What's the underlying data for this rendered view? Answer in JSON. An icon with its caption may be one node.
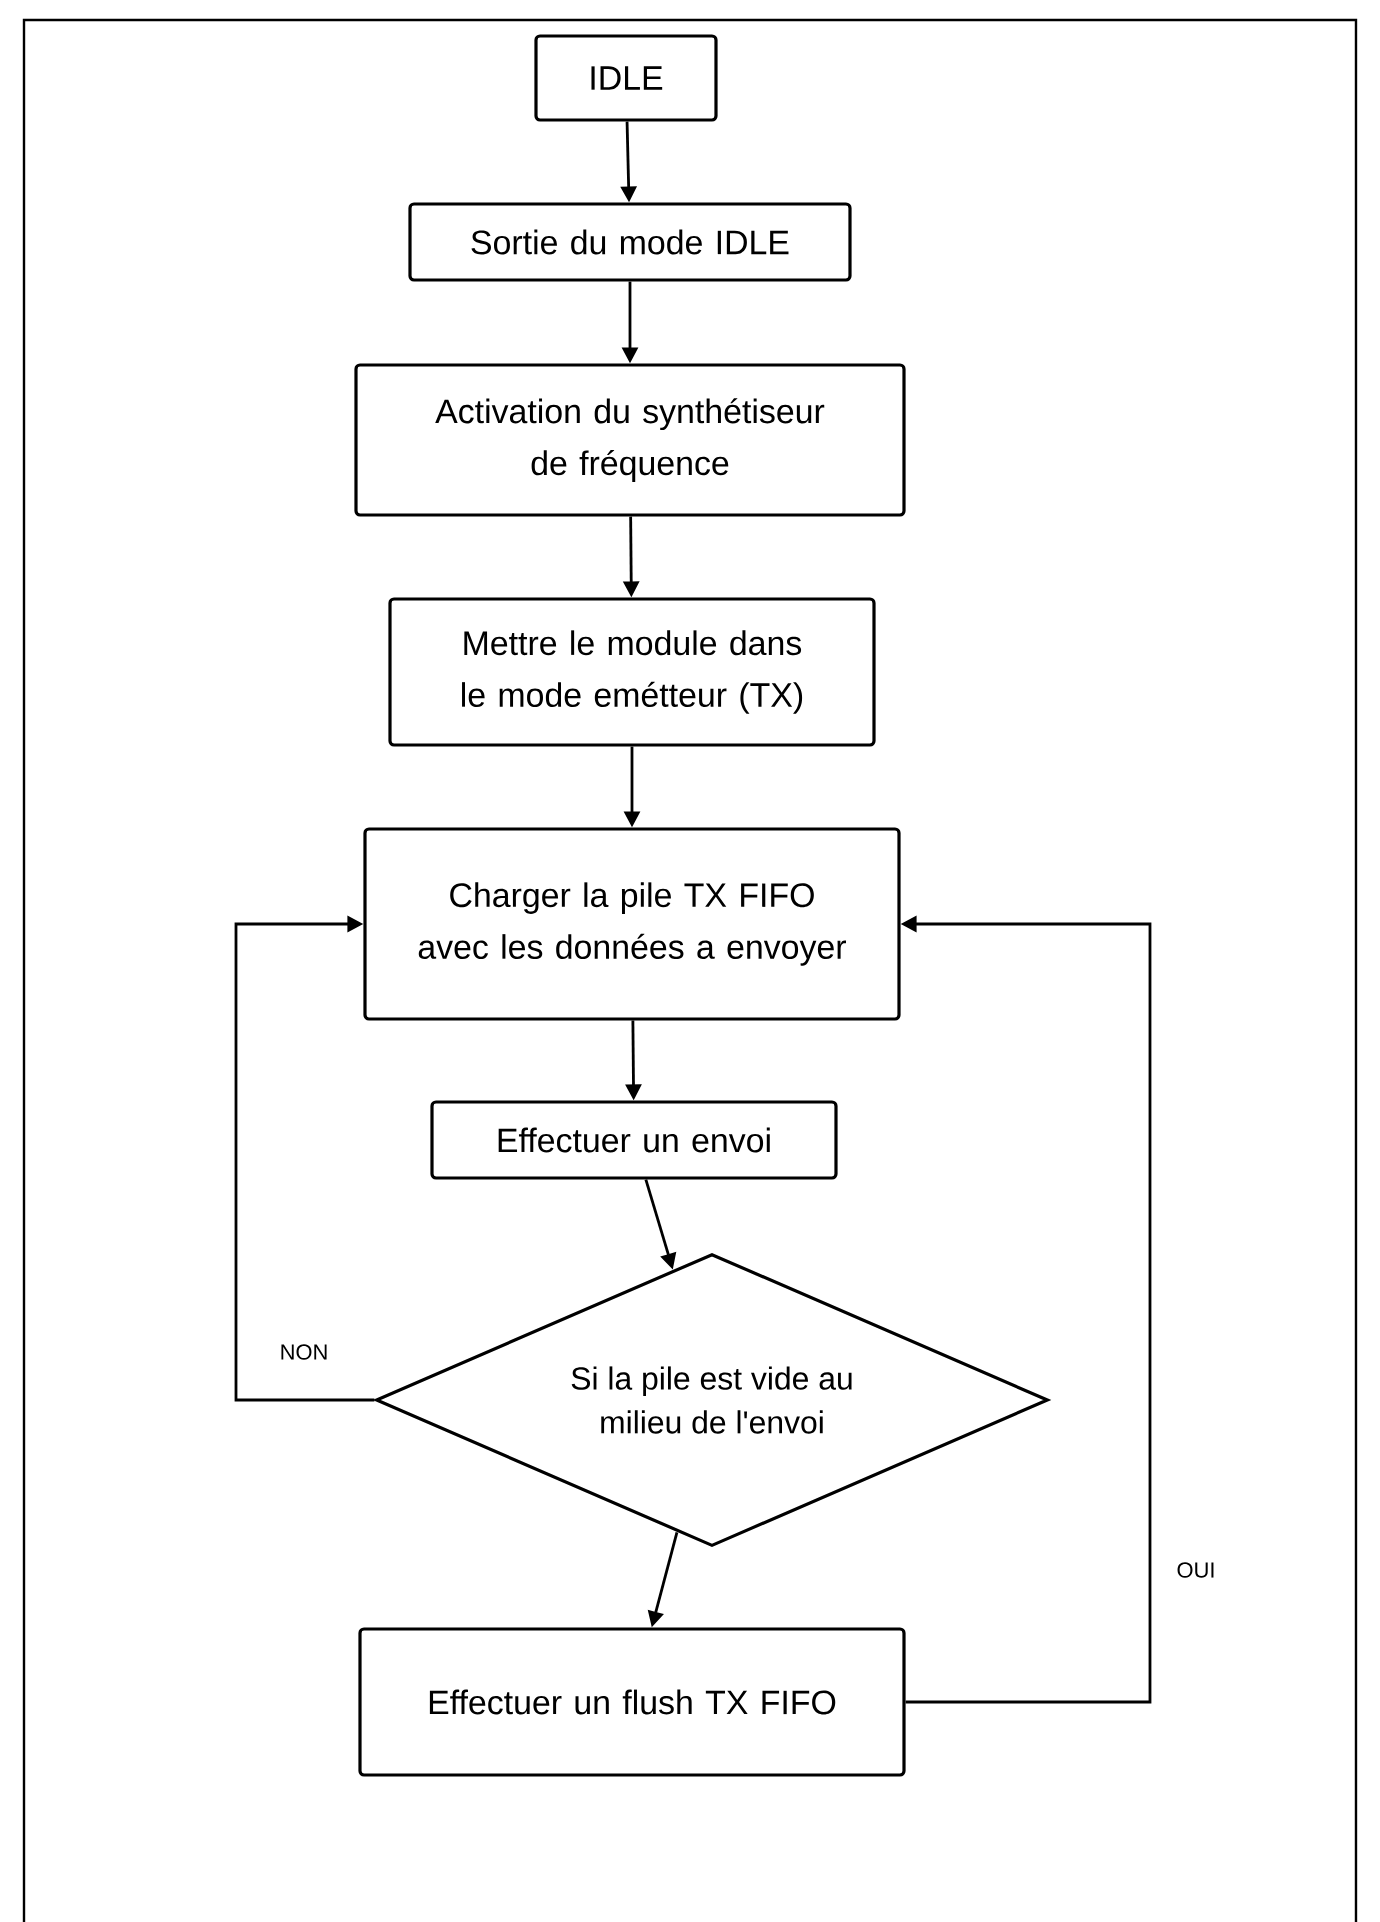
{
  "diagram": {
    "nodes": [
      {
        "text": [
          "IDLE"
        ]
      },
      {
        "text": [
          "Sortie du mode IDLE"
        ]
      },
      {
        "text": [
          "Activation du synthétiseur de fréquence"
        ]
      },
      {
        "text": [
          "Mettre le module dans le mode emétteur (TX)"
        ]
      },
      {
        "text": [
          "Charger la pile TX FIFO avec les données a envoyer"
        ]
      },
      {
        "text": [
          "Effectuer un envoi"
        ]
      },
      {
        "text": [
          "Si la pile est vide au milieu de l'envoi"
        ]
      },
      {
        "text": [
          "Effectuer un flush TX FIFO"
        ]
      }
    ],
    "edges": [
      {
        "from": 0,
        "to": 1,
        "arrow": "to"
      },
      {
        "from": 1,
        "to": 2,
        "arrow": "to"
      },
      {
        "from": 2,
        "to": 3,
        "arrow": "to"
      },
      {
        "from": 3,
        "to": 4,
        "arrow": "to"
      },
      {
        "from": 4,
        "to": 5,
        "arrow": "to"
      },
      {
        "from": 5,
        "to": 6,
        "arrow": "to"
      },
      {
        "from": 6,
        "to": 7,
        "arrow": "to"
      },
      {
        "from": 6,
        "to": 4,
        "arrow": "to",
        "label": "NON"
      },
      {
        "from": 7,
        "to": 4,
        "arrow": "to",
        "label": "OUI"
      }
    ]
  }
}
